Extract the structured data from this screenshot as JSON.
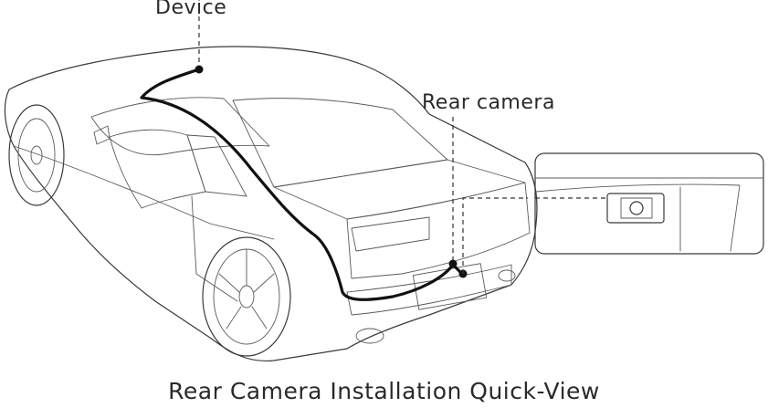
{
  "labels": {
    "device": "Device",
    "rear_camera": "Rear camera",
    "caption": "Rear Camera Installation Quick-View"
  },
  "colors": {
    "line": "#3a3a3a",
    "cable": "#111111",
    "background": "#ffffff"
  }
}
